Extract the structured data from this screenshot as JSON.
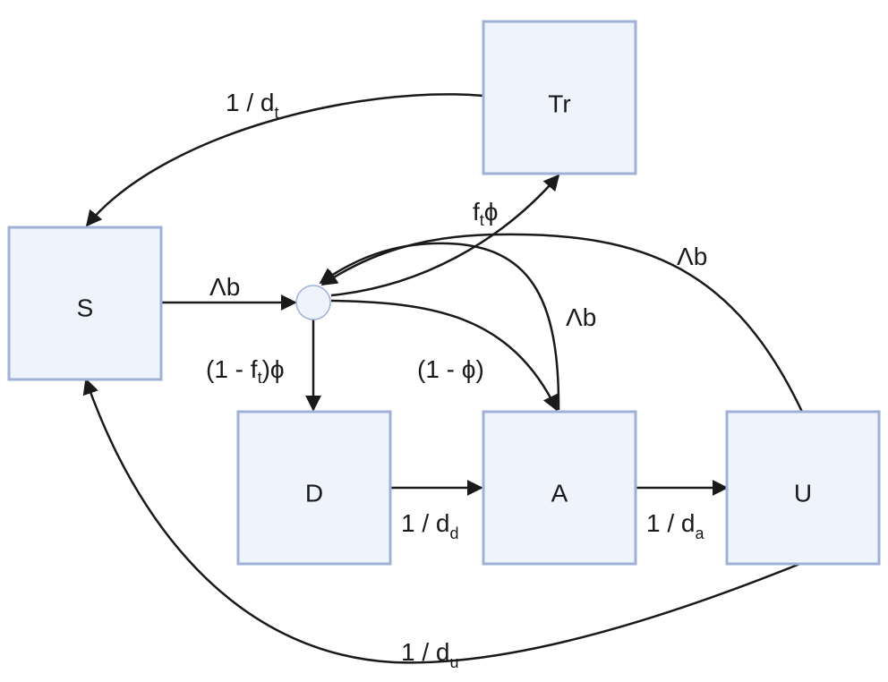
{
  "nodes": {
    "tr": "Tr",
    "s": "S",
    "d": "D",
    "a": "A",
    "u": "U"
  },
  "edges": {
    "tr_to_s": {
      "main": "1 / d",
      "sub": "t"
    },
    "s_to_junction": {
      "main": "Λb"
    },
    "junction_to_tr": {
      "main": "f",
      "sub": "t",
      "tail": "ϕ"
    },
    "u_to_junction": {
      "main": "Λb"
    },
    "a_to_junction": {
      "main": "Λb"
    },
    "junction_to_d": {
      "pre": "(1 - f",
      "sub": "t",
      "tail": ")ϕ"
    },
    "junction_to_a": {
      "main": "(1 - ϕ)"
    },
    "d_to_a": {
      "main": "1 / d",
      "sub": "d"
    },
    "a_to_u": {
      "main": "1 / d",
      "sub": "a"
    },
    "u_to_s": {
      "main": "1 / d",
      "sub": "u"
    }
  }
}
